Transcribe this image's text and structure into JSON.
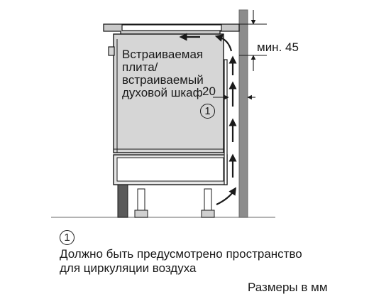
{
  "diagram": {
    "appliance_label": [
      "Встраиваемая",
      "плита/",
      "встраиваемый",
      "духовой шкаф"
    ],
    "gap_label": "20",
    "marker": "1",
    "min_label": "мин. 45"
  },
  "legend": {
    "marker": "1",
    "lines": [
      "Должно быть предусмотрено пространство",
      "для циркуляции воздуха"
    ]
  },
  "units_note": "Размеры в мм",
  "colors": {
    "appliance_fill": "#d6d6d6",
    "wall_fill": "#8c8c8c",
    "outline": "#1a1a1a"
  }
}
